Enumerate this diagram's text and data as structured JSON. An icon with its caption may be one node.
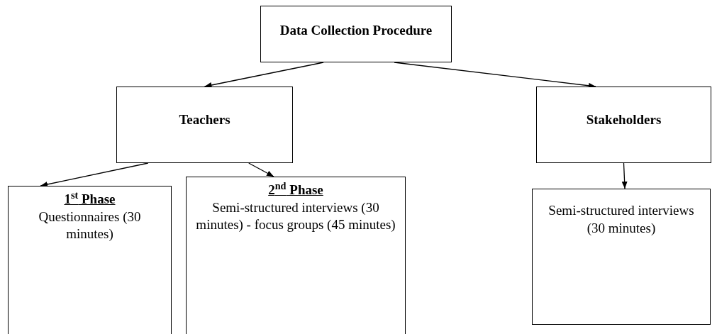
{
  "diagram": {
    "nodes": [
      {
        "text": [
          "Data Collection Procedure"
        ]
      },
      {
        "text": [
          "Teachers"
        ]
      },
      {
        "text": [
          "Stakeholders"
        ]
      },
      {
        "text": [
          "1$^{st}$ Phase",
          "Questionnaires (30 minutes)"
        ]
      },
      {
        "text": [
          "2$^{nd}$ Phase",
          "Semi-structured interviews (30 minutes) - focus groups (45 minutes)"
        ]
      },
      {
        "text": [
          "Semi-structured interviews (30 minutes)"
        ]
      }
    ],
    "edges": [
      {
        "from": 0,
        "to": 1,
        "arrow": "to"
      },
      {
        "from": 0,
        "to": 2,
        "arrow": "to"
      },
      {
        "from": 1,
        "to": 3,
        "arrow": "to"
      },
      {
        "from": 1,
        "to": 4,
        "arrow": "to"
      },
      {
        "from": 2,
        "to": 5,
        "arrow": "to"
      }
    ]
  }
}
